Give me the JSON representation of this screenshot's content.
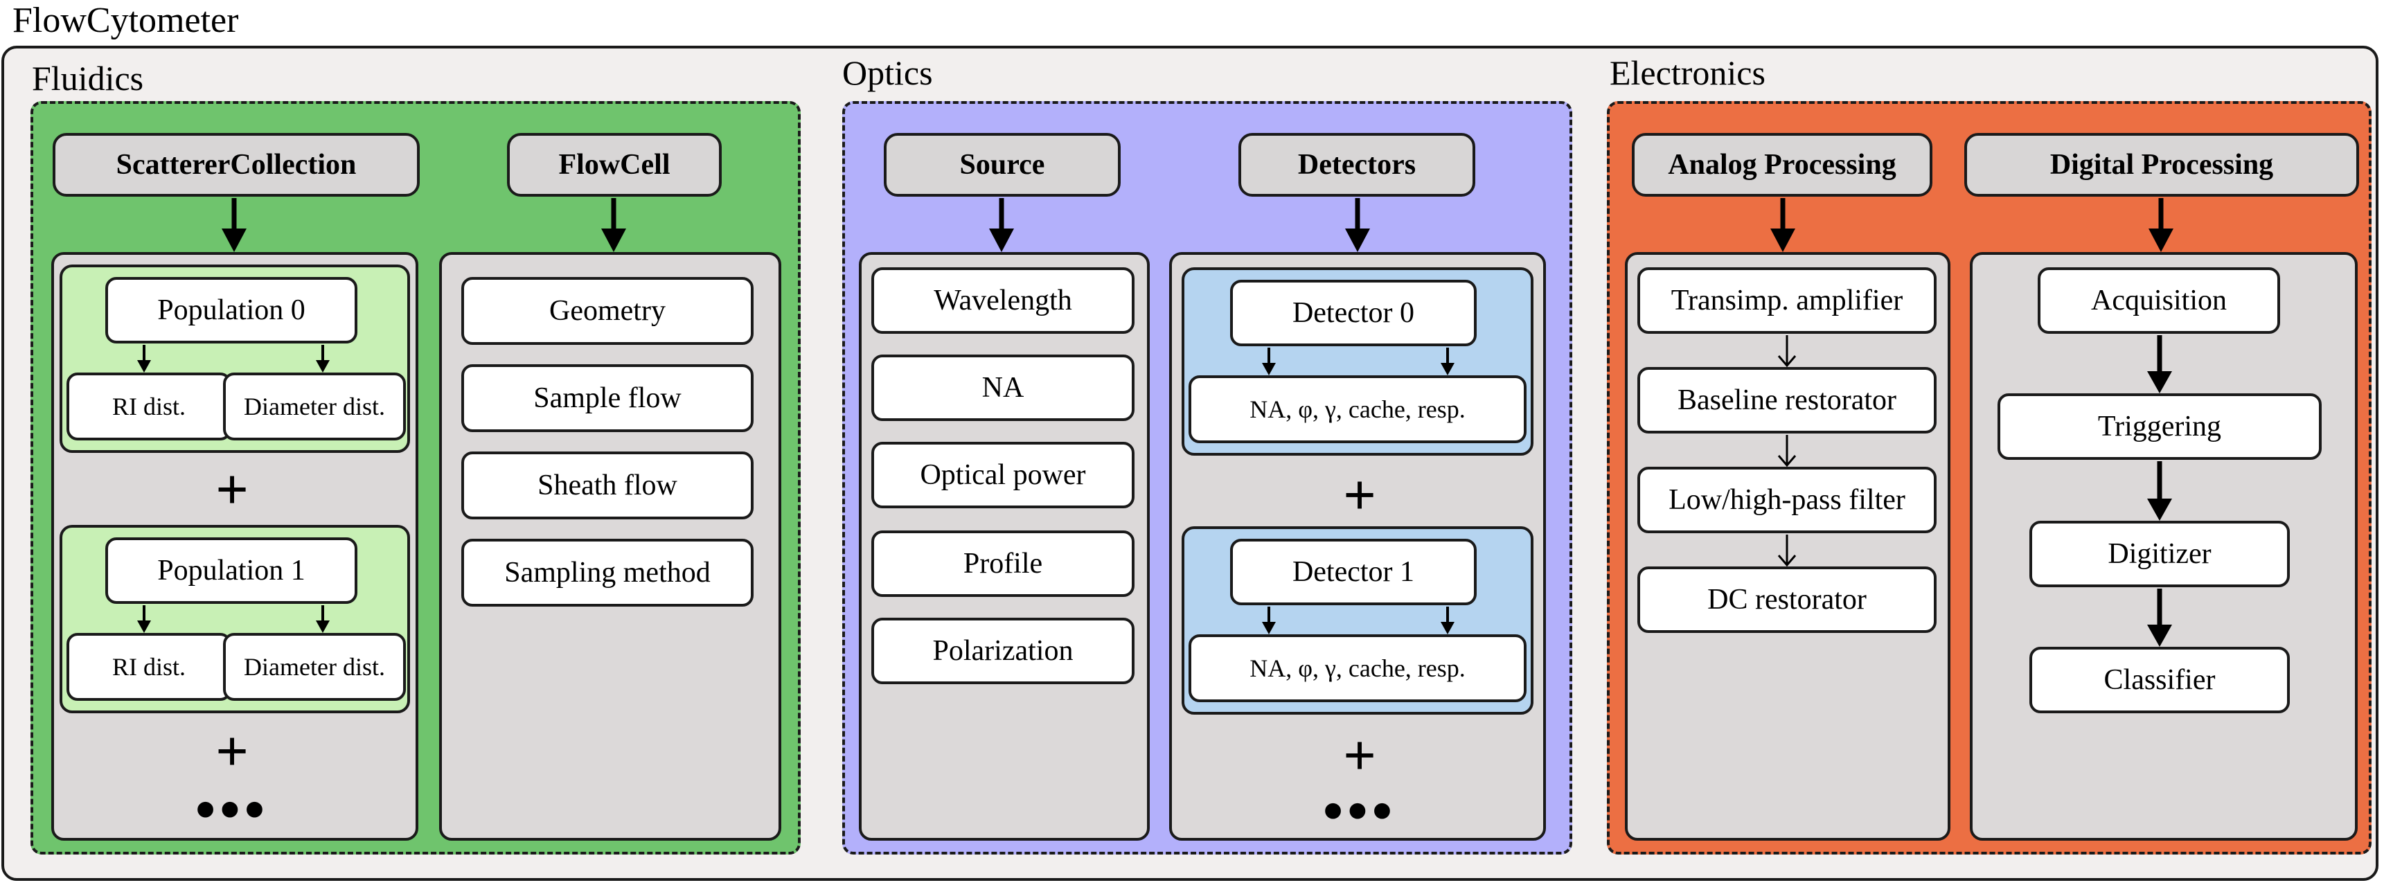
{
  "title": "FlowCytometer",
  "fluidics": {
    "label": "Fluidics",
    "scatterer_header": "ScattererCollection",
    "flowcell_header": "FlowCell",
    "populations": [
      {
        "label": "Population 0",
        "ri": "RI dist.",
        "diameter": "Diameter dist."
      },
      {
        "label": "Population 1",
        "ri": "RI dist.",
        "diameter": "Diameter dist."
      }
    ],
    "plus": "+",
    "ellipsis": "•••",
    "flowcell_items": [
      "Geometry",
      "Sample flow",
      "Sheath flow",
      "Sampling method"
    ]
  },
  "optics": {
    "label": "Optics",
    "source_header": "Source",
    "detectors_header": "Detectors",
    "source_items": [
      "Wavelength",
      "NA",
      "Optical power",
      "Profile",
      "Polarization"
    ],
    "detectors": [
      {
        "label": "Detector 0",
        "props": "NA, φ, γ, cache, resp."
      },
      {
        "label": "Detector 1",
        "props": "NA, φ, γ, cache, resp."
      }
    ],
    "plus": "+",
    "ellipsis": "•••"
  },
  "electronics": {
    "label": "Electronics",
    "analog_header": "Analog Processing",
    "digital_header": "Digital Processing",
    "analog_items": [
      "Transimp. amplifier",
      "Baseline restorator",
      "Low/high-pass filter",
      "DC restorator"
    ],
    "digital_items": [
      "Acquisition",
      "Triggering",
      "Digitizer",
      "Classifier"
    ]
  },
  "colors": {
    "fluidics_bg": "#6fc46d",
    "optics_bg": "#b3b0fb",
    "electronics_bg": "#ec6f43",
    "population_bg": "#c8f0b5",
    "detector_bg": "#b5d4f0",
    "group_bg": "#dcd9d9",
    "outer_bg": "#f2efee"
  }
}
